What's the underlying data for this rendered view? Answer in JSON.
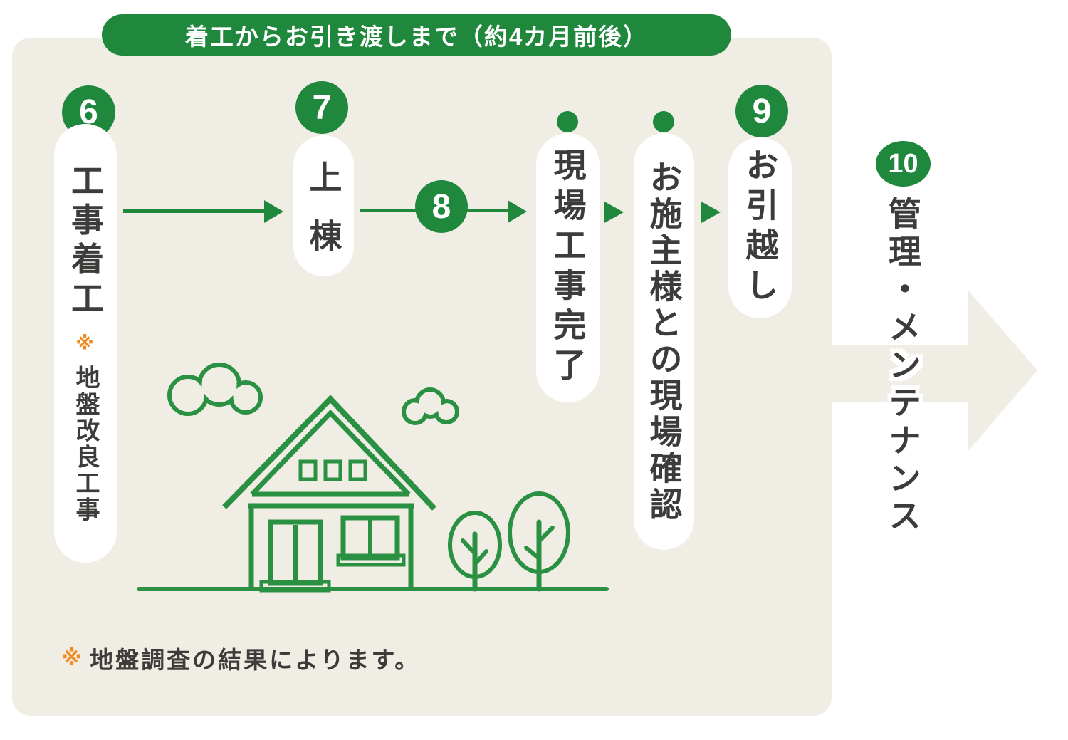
{
  "header": {
    "title": "着工からお引き渡しまで（約4カ月前後）"
  },
  "steps": {
    "step6": {
      "number": "6",
      "title": "工事着工",
      "note_mark": "※",
      "note": "地盤改良工事"
    },
    "step7": {
      "number": "7",
      "title": "上棟"
    },
    "badge8": {
      "number": "8"
    },
    "site_complete": {
      "title": "現場工事完了"
    },
    "owner_check": {
      "title": "お施主様との現場確認"
    },
    "step9": {
      "number": "9",
      "title": "お引越し"
    },
    "step10": {
      "number": "10",
      "title": "管理・メンテナンス"
    }
  },
  "footnote": {
    "mark": "※",
    "text": "地盤調査の結果によります。"
  },
  "colors": {
    "green": "#1F883D",
    "illustration_green": "#2B9142",
    "panel_background": "#F0EDE4",
    "text_dark": "#3D3C3A",
    "orange": "#EF8B1F",
    "white": "#FFFFFF"
  },
  "illustration": {
    "name": "house-with-trees-and-clouds"
  }
}
